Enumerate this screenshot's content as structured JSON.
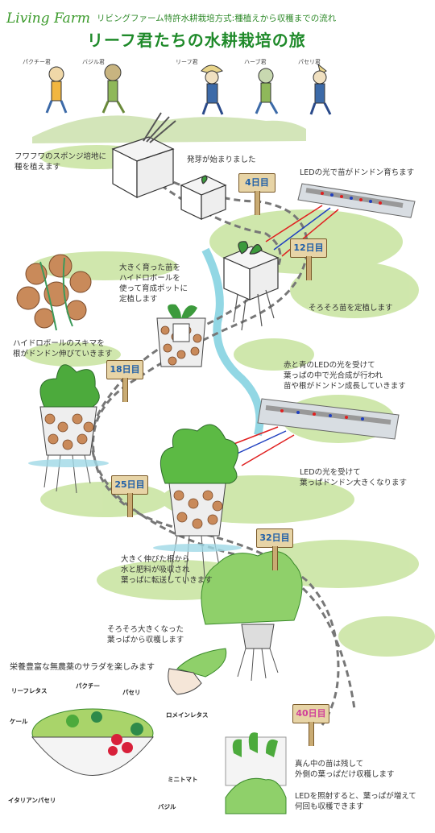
{
  "header": {
    "logo": "Living Farm",
    "subtitle": "リビングファーム特許水耕栽培方式:種植えから収穫までの流れ",
    "title": "リーフ君たちの水耕栽培の旅"
  },
  "characters": [
    "パクチー君",
    "バジル君",
    "リーフ君",
    "ハーブ君",
    "パセリ君"
  ],
  "days": {
    "d4": "4日目",
    "d12": "12日目",
    "d18": "18日目",
    "d25": "25日目",
    "d32": "32日目",
    "d40": "40日目"
  },
  "notes": {
    "sponge": "フワフワのスポンジ培地に\n種を植えます",
    "sprout": "発芽が始まりました",
    "led1": "LEDの光で苗がドンドン育ちます",
    "hydroball": "大きく育った苗を\nハイドロボールを\n使って育成ポットに\n定植します",
    "transplant": "そろそろ苗を定植します",
    "roots": "ハイドロボールのスキマを\n根がドンドン伸びていきます",
    "photosynthesis": "赤と青のLEDの光を受けて\n葉っぱの中で光合成が行われ\n苗や根がドンドン成長していきます",
    "led2": "LEDの光を受けて\n葉っぱドンドン大きくなります",
    "nutrients": "大きく伸びた根から\n水と肥料が吸収され\n葉っぱに転送していきます",
    "harvest": "そろそろ大きくなった\n葉っぱから収穫します",
    "salad": "栄養豊富な無農薬のサラダを楽しみます",
    "partial": "真ん中の苗は残して\n外側の葉っぱだけ収穫します",
    "repeat": "LEDを照射すると、葉っぱが増えて\n何回も収穫できます"
  },
  "salad_labels": {
    "leaf_lettuce": "リーフレタス",
    "coriander": "パクチー",
    "parsley": "パセリ",
    "kale": "ケール",
    "romaine": "ロメインレタス",
    "tomato": "ミニトマト",
    "italian_parsley": "イタリアンパセリ",
    "basil": "バジル"
  },
  "colors": {
    "logo_green": "#3a9a2a",
    "title_green": "#1f8a2a",
    "path_gray": "#777777",
    "water_blue": "#7fd0df",
    "grass_green": "#a9d46a",
    "led_red": "#e02020",
    "led_blue": "#2040c0",
    "sign_blue": "#1f5fa8",
    "day40_pink": "#d0409a"
  }
}
